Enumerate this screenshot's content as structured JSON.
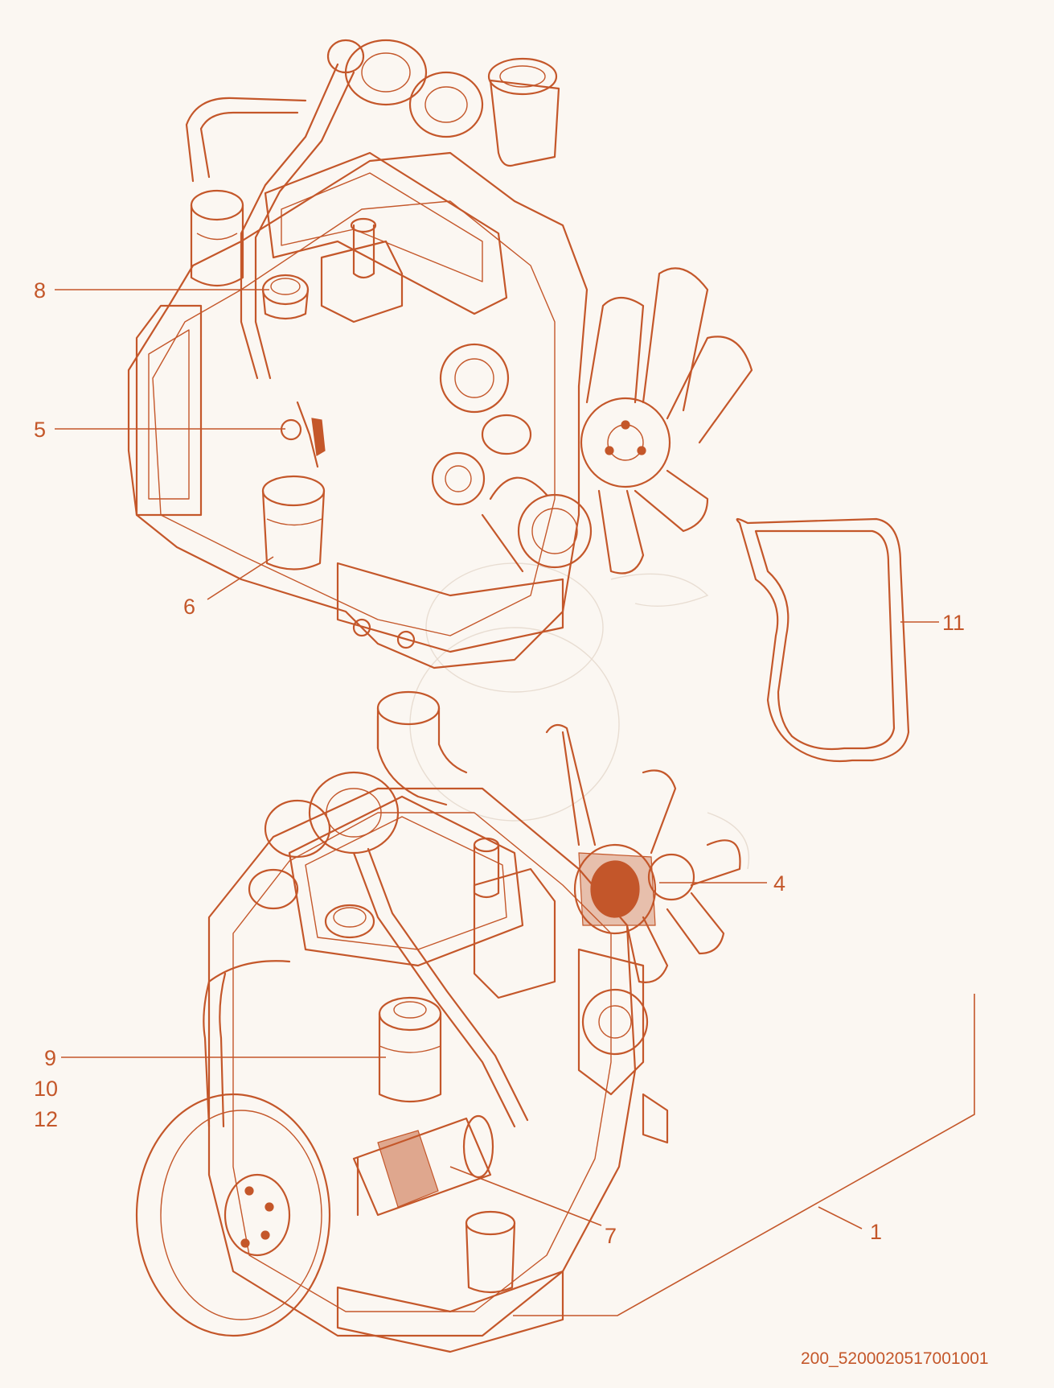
{
  "diagram": {
    "drawing_code": "200_5200020517001001",
    "callouts": [
      {
        "id": "c1",
        "label": "1"
      },
      {
        "id": "c4",
        "label": "4"
      },
      {
        "id": "c5",
        "label": "5"
      },
      {
        "id": "c6",
        "label": "6"
      },
      {
        "id": "c7",
        "label": "7"
      },
      {
        "id": "c8",
        "label": "8"
      },
      {
        "id": "c9",
        "label": "9"
      },
      {
        "id": "c10",
        "label": "10"
      },
      {
        "id": "c11",
        "label": "11"
      },
      {
        "id": "c12",
        "label": "12"
      }
    ],
    "ink_color": "#c4572a",
    "background_color": "#fbf7f2"
  }
}
